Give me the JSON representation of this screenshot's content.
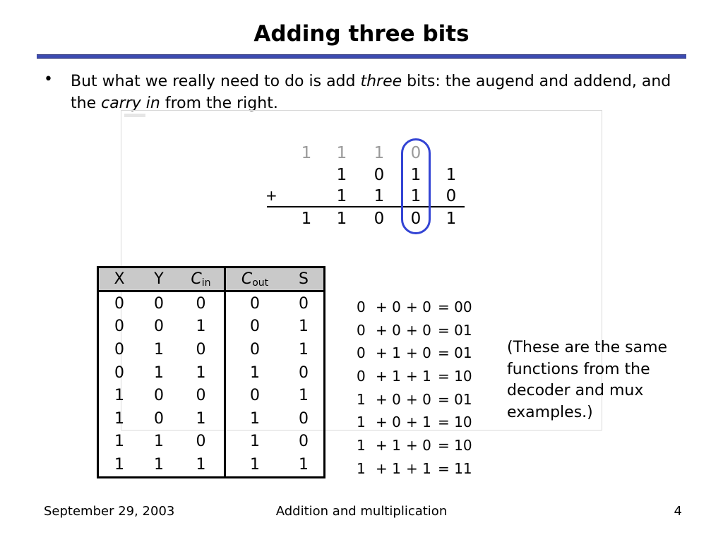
{
  "title": "Adding three bits",
  "bullet": {
    "symbol": "•",
    "part1": "But what we really need to do is add ",
    "em1": "three",
    "part2": " bits: the augend and addend, and the ",
    "em2": "carry in",
    "part3": " from the right."
  },
  "addition": {
    "carry_row": [
      "1",
      "1",
      "1",
      "0"
    ],
    "augend": [
      "1",
      "0",
      "1",
      "1"
    ],
    "plus": "+",
    "addend": [
      "1",
      "1",
      "1",
      "0"
    ],
    "sum": [
      "1",
      "1",
      "0",
      "0",
      "1"
    ],
    "accent_color": "#3344d4"
  },
  "truth_table": {
    "headers": [
      {
        "main": "X",
        "sub": ""
      },
      {
        "main": "Y",
        "sub": ""
      },
      {
        "main": "C",
        "sub": "in"
      },
      {
        "main": "C",
        "sub": "out"
      },
      {
        "main": "S",
        "sub": ""
      }
    ],
    "rows": [
      [
        "0",
        "0",
        "0",
        "0",
        "0"
      ],
      [
        "0",
        "0",
        "1",
        "0",
        "1"
      ],
      [
        "0",
        "1",
        "0",
        "0",
        "1"
      ],
      [
        "0",
        "1",
        "1",
        "1",
        "0"
      ],
      [
        "1",
        "0",
        "0",
        "0",
        "1"
      ],
      [
        "1",
        "0",
        "1",
        "1",
        "0"
      ],
      [
        "1",
        "1",
        "0",
        "1",
        "0"
      ],
      [
        "1",
        "1",
        "1",
        "1",
        "1"
      ]
    ]
  },
  "equations": [
    [
      "0",
      "+ 0",
      "+ 0",
      "= 00"
    ],
    [
      "0",
      "+ 0",
      "+ 0",
      "= 01"
    ],
    [
      "0",
      "+ 1",
      "+ 0",
      "= 01"
    ],
    [
      "0",
      "+ 1",
      "+ 1",
      "= 10"
    ],
    [
      "1",
      "+ 0",
      "+ 0",
      "= 01"
    ],
    [
      "1",
      "+ 0",
      "+ 1",
      "= 10"
    ],
    [
      "1",
      "+ 1",
      "+ 0",
      "= 10"
    ],
    [
      "1",
      "+ 1",
      "+ 1",
      "= 11"
    ]
  ],
  "note": "(These are the same functions from the decoder and mux examples.)",
  "footer": {
    "date": "September 29, 2003",
    "topic": "Addition and multiplication",
    "page": "4"
  }
}
